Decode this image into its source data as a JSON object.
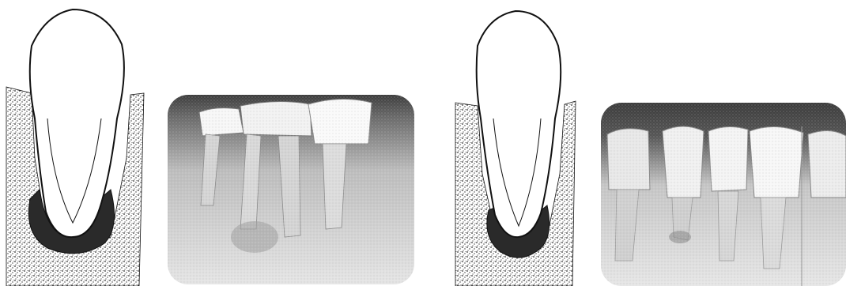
{
  "figure": {
    "panels": [
      {
        "diagram": {
          "tooth-icon": "tooth-crown-root-outline",
          "bone-texture": "stippled-alveolar-bone",
          "lesion": "periapical-radiolucency-large"
        },
        "radiograph": {
          "subject": "mandibular-posterior-teeth",
          "features": [
            "restored-crowns",
            "periapical-lesion"
          ]
        }
      },
      {
        "diagram": {
          "tooth-icon": "tooth-crown-root-outline",
          "bone-texture": "stippled-alveolar-bone",
          "lesion": "periapical-radiolucency-small"
        },
        "radiograph": {
          "subject": "mandibular-anterior-teeth",
          "features": [
            "periapical-lesion"
          ]
        }
      }
    ],
    "colors": {
      "background": "#ffffff",
      "outline": "#111111",
      "lesion": "#2a2a2a",
      "bone-dots": "#333333",
      "xray-dark": "#3a3a3a",
      "xray-light": "#e6e6e6"
    }
  }
}
